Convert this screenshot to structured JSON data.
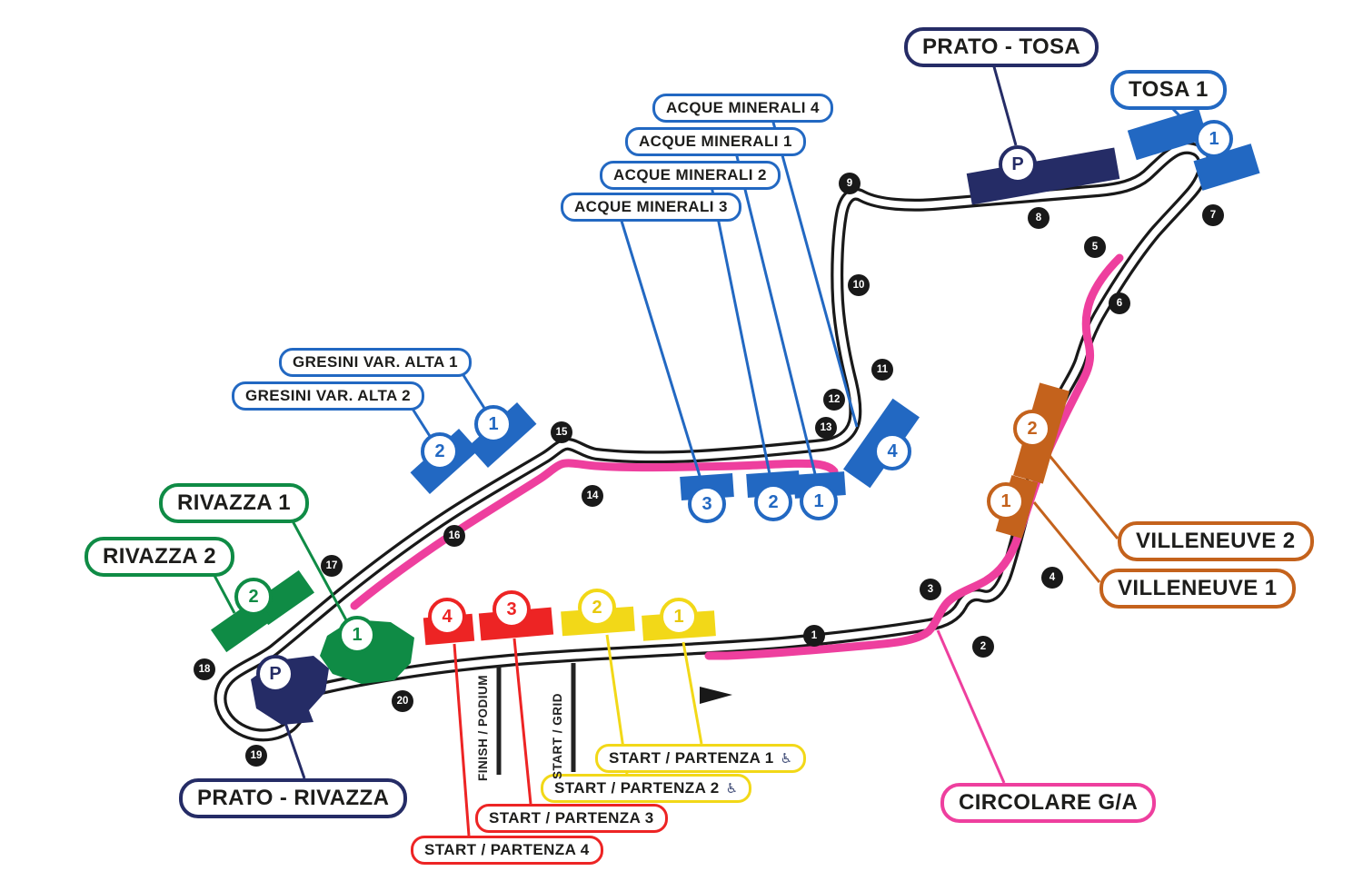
{
  "labels": {
    "prato_tosa": "PRATO - TOSA",
    "tosa_1": "TOSA 1",
    "acque_minerali_4": "ACQUE MINERALI 4",
    "acque_minerali_1": "ACQUE MINERALI 1",
    "acque_minerali_2": "ACQUE MINERALI 2",
    "acque_minerali_3": "ACQUE MINERALI 3",
    "gresini_var_alta_1": "GRESINI VAR. ALTA 1",
    "gresini_var_alta_2": "GRESINI VAR. ALTA 2",
    "rivazza_1": "RIVAZZA 1",
    "rivazza_2": "RIVAZZA 2",
    "prato_rivazza": "PRATO - RIVAZZA",
    "villeneuve_2": "VILLENEUVE 2",
    "villeneuve_1": "VILLENEUVE 1",
    "start_partenza_1": "START / PARTENZA 1",
    "start_partenza_2": "START / PARTENZA 2",
    "start_partenza_3": "START / PARTENZA 3",
    "start_partenza_4": "START / PARTENZA 4",
    "circolare_ga": "CIRCOLARE G/A",
    "finish_podium": "FINISH / PODIUM",
    "start_grid": "START / GRID"
  },
  "badges": {
    "parking": "P",
    "tosa_1": "1",
    "gresini_1": "1",
    "gresini_2": "2",
    "acque_minerali_1": "1",
    "acque_minerali_2": "2",
    "acque_minerali_3": "3",
    "acque_minerali_4": "4",
    "villeneuve_1": "1",
    "villeneuve_2": "2",
    "rivazza_1": "1",
    "rivazza_2": "2",
    "start_partenza_1": "1",
    "start_partenza_2": "2",
    "start_partenza_3": "3",
    "start_partenza_4": "4"
  },
  "icons": {
    "wheelchair": "♿"
  },
  "turns": [
    "1",
    "2",
    "3",
    "4",
    "5",
    "6",
    "7",
    "8",
    "9",
    "10",
    "11",
    "12",
    "13",
    "14",
    "15",
    "16",
    "17",
    "18",
    "19",
    "20"
  ],
  "colors": {
    "track": "#191919",
    "navy": "#252c66",
    "blue": "#2268c2",
    "green": "#0f8b45",
    "orange": "#c4621c",
    "red": "#ed2424",
    "yellow": "#f2d818",
    "pink": "#ee3f9e"
  }
}
